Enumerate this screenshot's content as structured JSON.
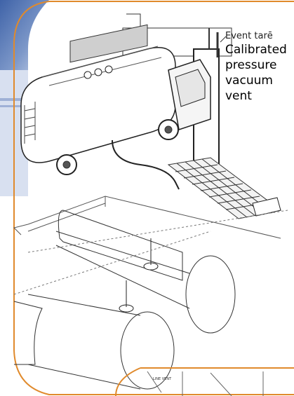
{
  "callout": {
    "tag_text": "Event tarē",
    "label_lines": [
      "Calibrated",
      "pressure",
      "vacuum",
      "vent"
    ]
  },
  "inset_caption": "LINE VENT",
  "colors": {
    "frame_orange": "#e08a2c",
    "corner_blue": "#4a6fb0",
    "line_ink": "#333333"
  }
}
